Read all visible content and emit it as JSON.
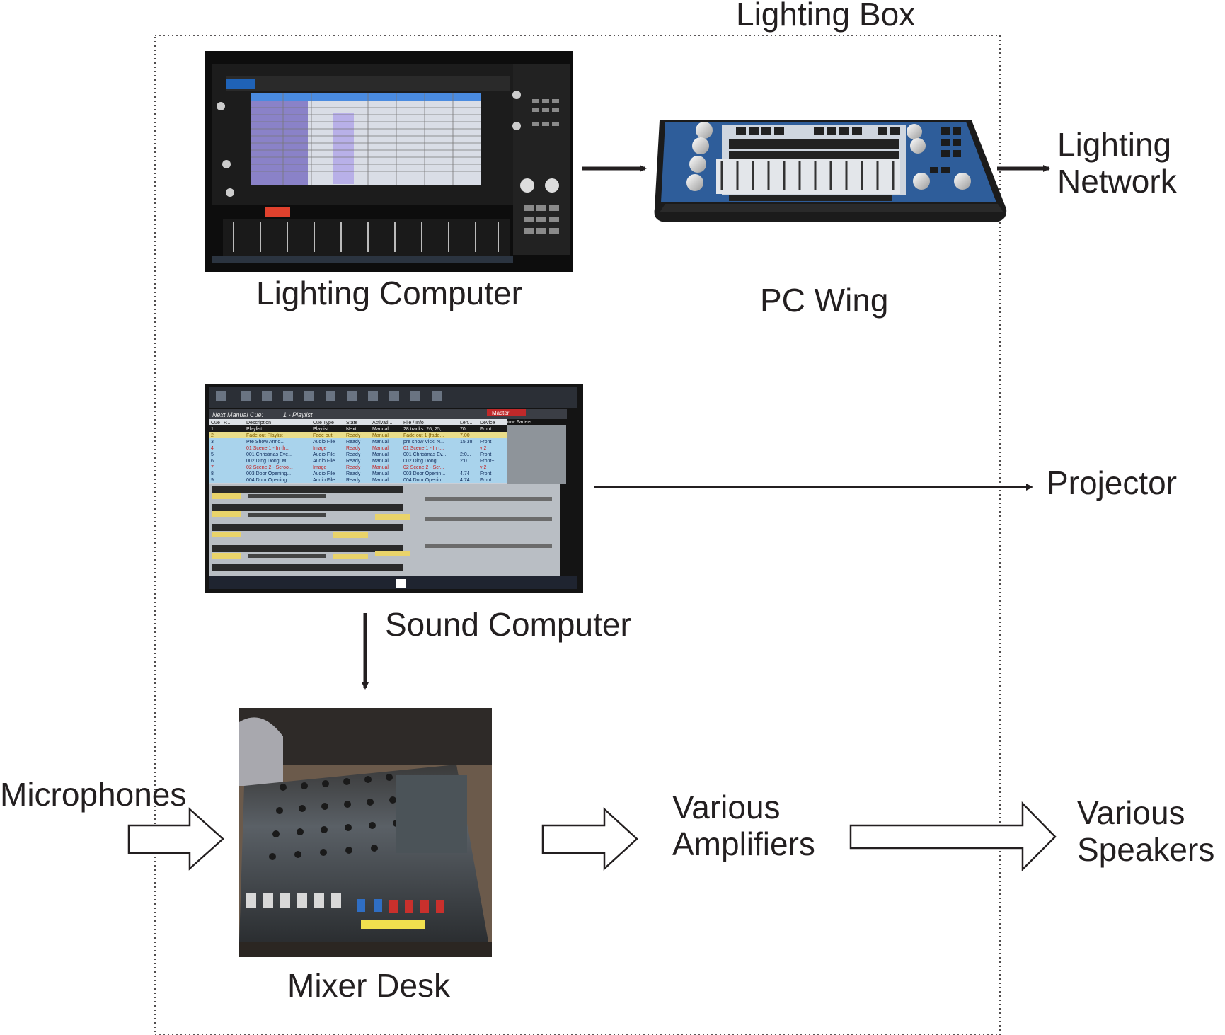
{
  "labels": {
    "lighting_box": "Lighting Box",
    "lighting_computer": "Lighting Computer",
    "pc_wing": "PC Wing",
    "lighting_network": [
      "Lighting",
      "Network"
    ],
    "projector": "Projector",
    "sound_computer": "Sound Computer",
    "mixer_desk": "Mixer Desk",
    "microphones": "Microphones",
    "various_amplifiers": [
      "Various",
      "Amplifiers"
    ],
    "various_speakers": [
      "Various",
      "Speakers"
    ]
  },
  "photos": {
    "sound_screen": {
      "next_cue_label": "Next Manual Cue:",
      "next_cue_value": "1 - Playlist",
      "master": "Master",
      "show_faders": "Show Faders",
      "columns": [
        "Cue",
        "P...",
        "Description",
        "Cue Type",
        "State",
        "Activati...",
        "File / Info",
        "Len...",
        "Device"
      ],
      "rows": [
        [
          "1",
          "",
          "Playlist",
          "Playlist",
          "Next ...",
          "Manual",
          "28 tracks: 26, 25,...",
          "70:...",
          "Front"
        ],
        [
          "2",
          "",
          "Fade out Playlist",
          "Fade out",
          "Ready",
          "Manual",
          "Fade out 1 (fade...",
          "7.00",
          ""
        ],
        [
          "3",
          "",
          "Pre Show Anno...",
          "Audio File",
          "Ready",
          "Manual",
          "pre show Vicki N...",
          "15.38",
          "Front"
        ],
        [
          "4",
          "",
          "01 Scene 1 - In th...",
          "Image",
          "Ready",
          "Manual",
          "01 Scene 1 - In t...",
          "",
          "v:2"
        ],
        [
          "5",
          "",
          "001 Christmas Eve...",
          "Audio File",
          "Ready",
          "Manual",
          "001 Christmas Ev...",
          "2:0...",
          "Front+"
        ],
        [
          "6",
          "",
          "002 Ding Dong! M...",
          "Audio File",
          "Ready",
          "Manual",
          "002 Ding Dong! ...",
          "2:0...",
          "Front+"
        ],
        [
          "7",
          "",
          "02 Scene 2 - Scroo...",
          "Image",
          "Ready",
          "Manual",
          "02 Scene 2 - Scr...",
          "",
          "v:2"
        ],
        [
          "8",
          "",
          "003 Door Opening...",
          "Audio File",
          "Ready",
          "Manual",
          "003 Door Openin...",
          "4.74",
          "Front"
        ],
        [
          "9",
          "",
          "004 Door Opening...",
          "Audio File",
          "Ready",
          "Manual",
          "004 Door Openin...",
          "4.74",
          "Front"
        ]
      ]
    }
  },
  "colors": {
    "ink": "#231f20",
    "wing_blue": "#2e5d9a",
    "screen_bg": "#141414"
  }
}
